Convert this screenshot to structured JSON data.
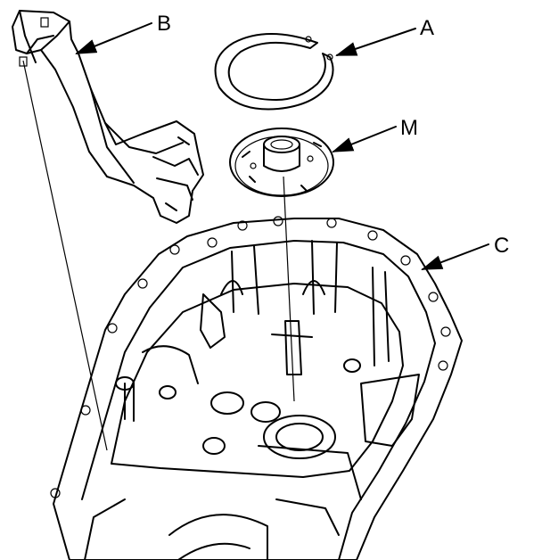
{
  "labels": {
    "a": "A",
    "b": "B",
    "m": "M",
    "c": "C"
  }
}
